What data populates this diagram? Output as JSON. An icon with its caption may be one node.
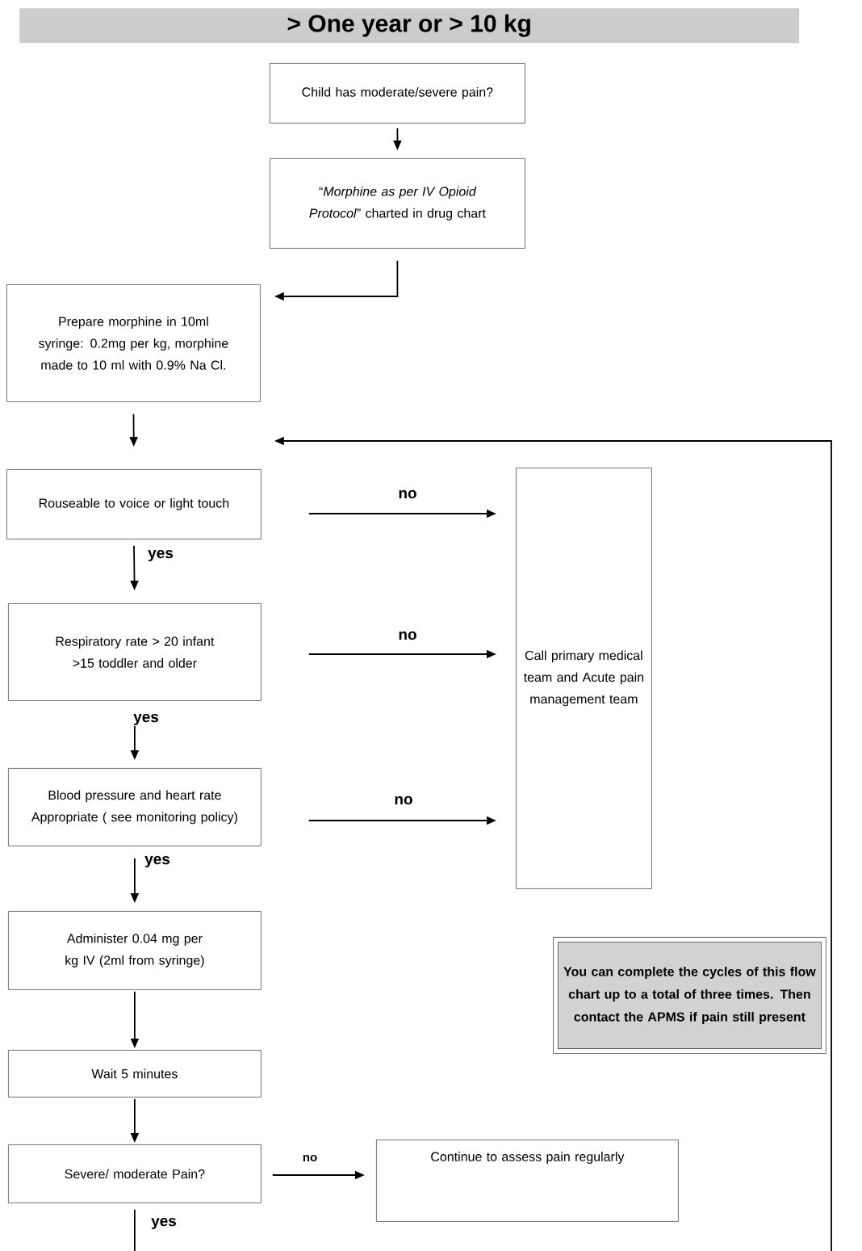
{
  "diagram": {
    "title": "> One year or > 10 kg",
    "nodes": [
      {
        "text": [
          "Child has moderate/severe pain?"
        ]
      },
      {
        "text": [
          "“*Morphine as per IV Opioid Protocol*” charted in drug chart"
        ]
      },
      {
        "text": [
          "Prepare morphine in 10ml syringe: 0.2mg per kg, morphine made to 10 ml with 0.9% Na Cl."
        ]
      },
      {
        "text": [
          "Rouseable to voice or light touch"
        ]
      },
      {
        "text": [
          "Respiratory rate > 20 infant >15 toddler and older"
        ]
      },
      {
        "text": [
          "Blood pressure and heart rate Appropriate ( see monitoring policy)"
        ]
      },
      {
        "text": [
          "Administer 0.04 mg per kg IV (2ml from syringe)"
        ]
      },
      {
        "text": [
          "Wait 5 minutes"
        ]
      },
      {
        "text": [
          "Severe/ moderate Pain?"
        ]
      },
      {
        "text": [
          "Call primary medical team and Acute pain management team"
        ]
      },
      {
        "text": [
          "Continue to assess pain regularly"
        ]
      },
      {
        "text": [
          "You can complete the cycles of this flow chart up to a total of three times. Then contact the APMS if pain still present"
        ]
      }
    ],
    "edges": [
      {
        "from": 0,
        "to": 1,
        "arrow": "to"
      },
      {
        "from": 1,
        "to": 2,
        "arrow": "to"
      },
      {
        "from": 2,
        "to": 3,
        "arrow": "to"
      },
      {
        "from": 3,
        "to": 9,
        "arrow": "to",
        "label": "no"
      },
      {
        "from": 3,
        "to": 4,
        "arrow": "to",
        "label": "yes"
      },
      {
        "from": 4,
        "to": 9,
        "arrow": "to",
        "label": "no"
      },
      {
        "from": 4,
        "to": 5,
        "arrow": "to",
        "label": "yes"
      },
      {
        "from": 5,
        "to": 9,
        "arrow": "to",
        "label": "no"
      },
      {
        "from": 5,
        "to": 6,
        "arrow": "to",
        "label": "yes"
      },
      {
        "from": 6,
        "to": 7,
        "arrow": "to"
      },
      {
        "from": 7,
        "to": 8,
        "arrow": "to"
      },
      {
        "from": 8,
        "to": 10,
        "arrow": "to",
        "label": "no"
      },
      {
        "from": 8,
        "to": null,
        "arrow": "none",
        "label": "yes"
      },
      {
        "from": null,
        "to": 3,
        "arrow": "to"
      }
    ]
  }
}
